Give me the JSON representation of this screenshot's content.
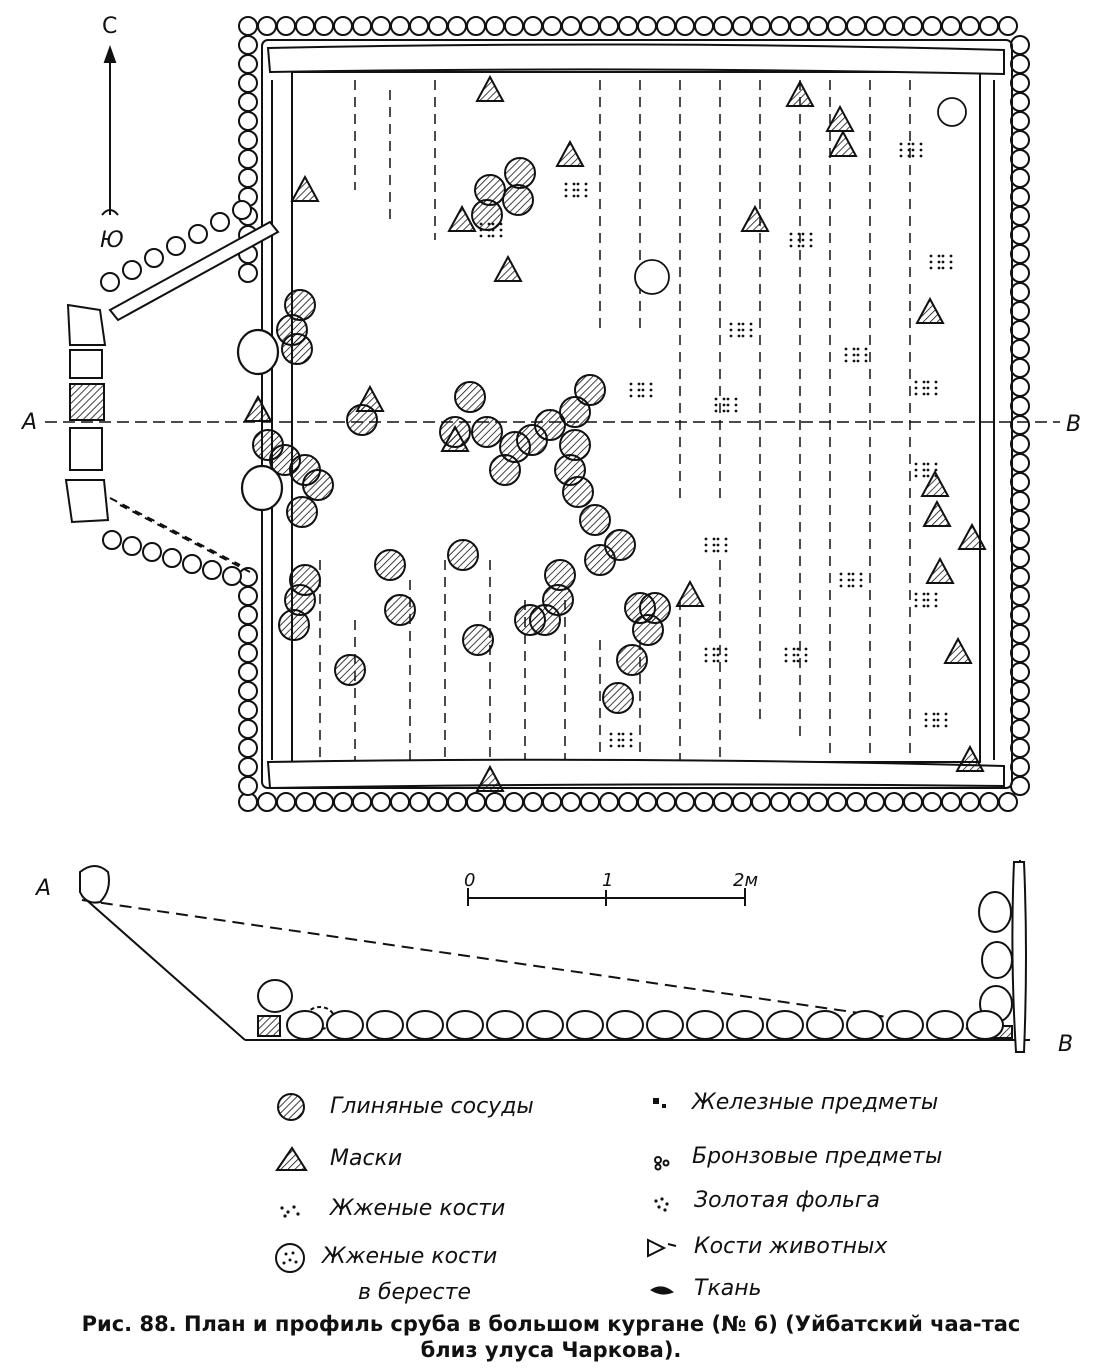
{
  "orientation": {
    "north": "С",
    "south": "Ю"
  },
  "section": {
    "start": "A",
    "end": "B"
  },
  "scale": {
    "ticks": [
      "0",
      "1",
      "2м"
    ]
  },
  "legend": {
    "left": [
      {
        "icon": "vessel-icon",
        "label": "Глиняные сосуды"
      },
      {
        "icon": "mask-icon",
        "label": "Маски"
      },
      {
        "icon": "burnt-bones-icon",
        "label": "Жженые кости"
      },
      {
        "icon": "burnt-bones-birch-icon",
        "label": "Жженые кости",
        "label2": "в бересте"
      }
    ],
    "right": [
      {
        "icon": "iron-items-icon",
        "label": "Железные предметы"
      },
      {
        "icon": "bronze-items-icon",
        "label": "Бронзовые предметы"
      },
      {
        "icon": "gold-foil-icon",
        "label": "Золотая фольга"
      },
      {
        "icon": "animal-bones-icon",
        "label": "Кости животных"
      },
      {
        "icon": "fabric-icon",
        "label": "Ткань"
      }
    ]
  },
  "caption": {
    "line1": "Рис. 88. План и профиль сруба в большом кургане (№ 6) (Уйбатский чаа-тас",
    "line2": "близ улуса Чаркова)."
  }
}
